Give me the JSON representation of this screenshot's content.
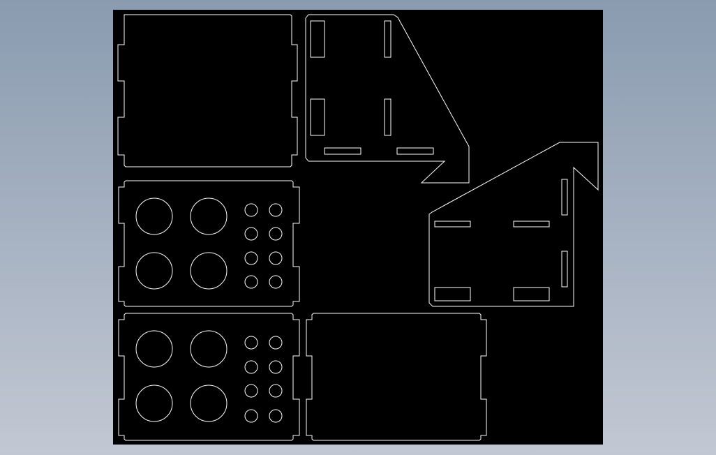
{
  "colors": {
    "background_top": "#8a9bb0",
    "background_bottom": "#c2c8d3",
    "canvas": "#000000",
    "line": "#ffffff"
  },
  "drawing": {
    "parts": [
      "slotted-panel-top-left",
      "side-plate-with-slots-top",
      "hole-panel-middle",
      "side-plate-with-slots-right",
      "hole-panel-bottom",
      "slotted-panel-bottom-right"
    ]
  }
}
